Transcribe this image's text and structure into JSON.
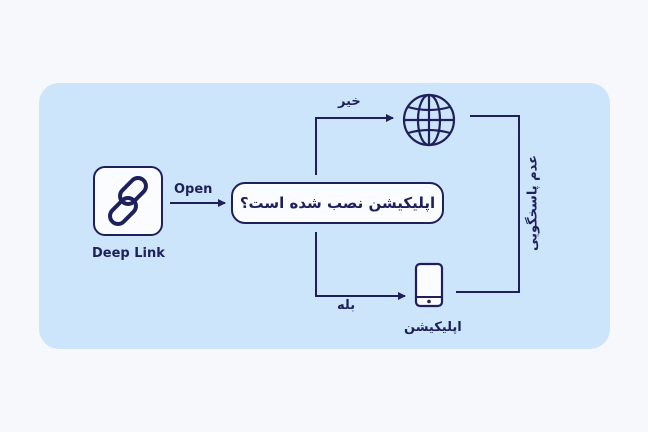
{
  "nodes": {
    "deep_link": "Deep Link",
    "question": "اپلیکیشن نصب شده است؟",
    "app": "اپلیکیشن"
  },
  "edges": {
    "open": "Open",
    "no": "خیر",
    "yes": "بله",
    "no_response": "عدم پاسخگویی"
  },
  "icons": [
    "link-icon",
    "globe-icon",
    "phone-icon"
  ],
  "colors": {
    "ink": "#1f1f5c",
    "panel": "#cce5fb",
    "background": "#f7f8fb",
    "box": "#fbfcff"
  }
}
